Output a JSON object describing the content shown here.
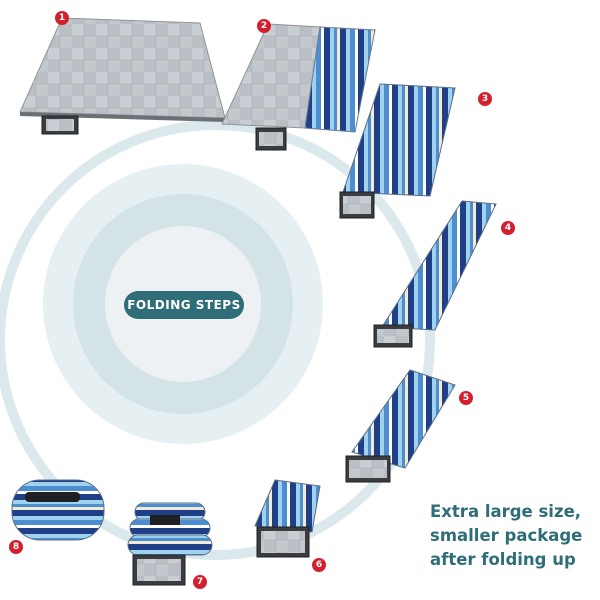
{
  "center_label": "FOLDING STEPS",
  "tagline_lines": [
    "Extra large size,",
    "smaller package",
    "after folding up"
  ],
  "steps": [
    {
      "number": "1",
      "description": "silver-mat"
    },
    {
      "number": "2",
      "description": "half-folded-mat"
    },
    {
      "number": "3",
      "description": "striped-panel"
    },
    {
      "number": "4",
      "description": "narrow-striped-panel"
    },
    {
      "number": "5",
      "description": "short-striped-panel"
    },
    {
      "number": "6",
      "description": "folded-panel"
    },
    {
      "number": "7",
      "description": "stacked-roll"
    },
    {
      "number": "8",
      "description": "rolled-package"
    }
  ],
  "colors": {
    "accent": "#2f6e79",
    "badge": "#d3202f",
    "ring": "#d6e6ea",
    "stripe_navy": "#1f3f86",
    "stripe_blue": "#4d8ed1",
    "stripe_sky": "#9fd2ef",
    "stripe_cream": "#f2ead3"
  }
}
